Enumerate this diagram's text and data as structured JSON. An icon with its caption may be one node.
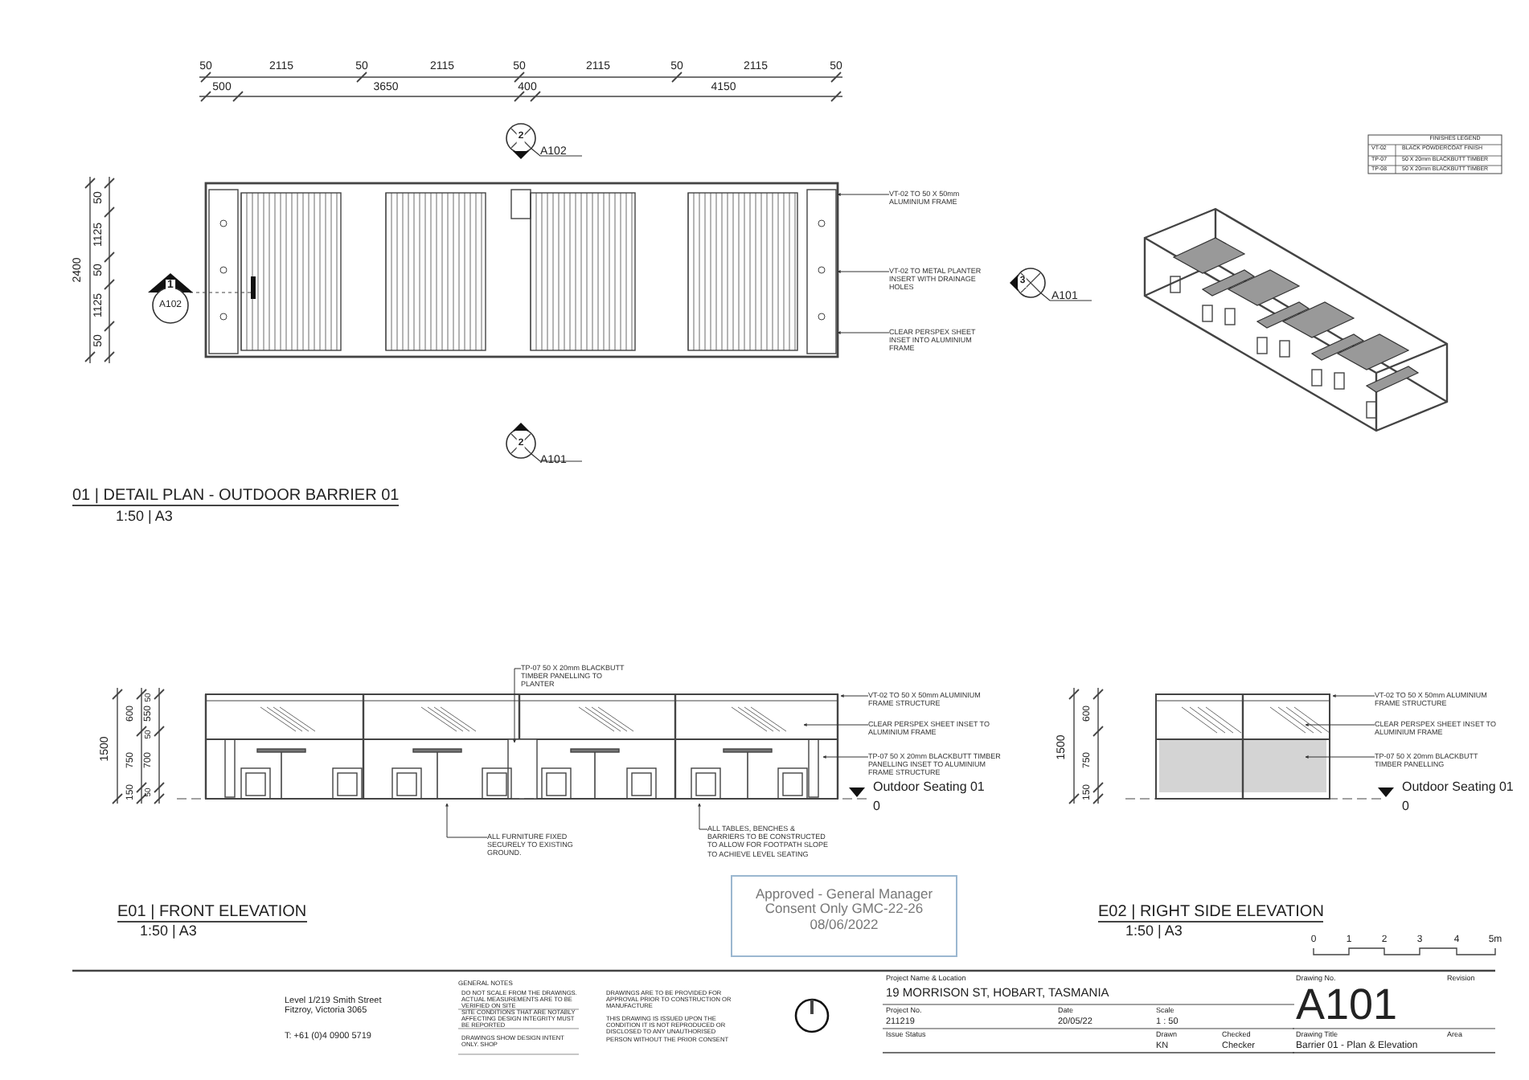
{
  "diagram": {
    "nodes": [
      {
        "text": [
          "VT-02 TO 50 X 50mm ALUMINIUM FRAME"
        ]
      },
      {
        "text": [
          "VT-02 TO METAL PLANTER INSERT WITH DRAINAGE HOLES"
        ]
      },
      {
        "text": [
          "CLEAR PERSPEX SHEET INSET INTO ALUMINIUM FRAME"
        ]
      },
      {
        "text": [
          "TP-07 50 X 20mm BLACKBUTT TIMBER PANELLING TO PLANTER"
        ]
      },
      {
        "text": [
          "VT-02 TO 50 X 50mm ALUMINIUM FRAME STRUCTURE"
        ]
      },
      {
        "text": [
          "CLEAR PERSPEX SHEET INSET TO ALUMINIUM FRAME"
        ]
      },
      {
        "text": [
          "TP-07 50 X 20mm BLACKBUTT TIMBER PANELLING INSET TO ALUMINIUM FRAME STRUCTURE"
        ]
      },
      {
        "text": [
          "ALL FURNITURE FIXED SECURELY TO EXISTING GROUND."
        ]
      },
      {
        "text": [
          "ALL TABLES, BENCHES & BARRIERS TO BE CONSTRUCTED TO ALLOW FOR FOOTPATH SLOPE TO ACHIEVE LEVEL SEATING"
        ]
      },
      {
        "text": [
          "VT-02 TO 50 X 50mm ALUMINIUM FRAME STRUCTURE"
        ]
      },
      {
        "text": [
          "CLEAR PERSPEX SHEET INSET TO ALUMINIUM FRAME"
        ]
      },
      {
        "text": [
          "TP-07 50 X 20mm BLACKBUTT TIMBER PANELLING"
        ]
      },
      {
        "text": [],
        "shape": "picture"
      },
      {
        "text": [],
        "shape": "picture"
      },
      {
        "text": [],
        "shape": "picture"
      }
    ],
    "edges": [
      {
        "from": 0,
        "to": 12,
        "arrow": "to"
      },
      {
        "from": 1,
        "to": 12,
        "arrow": "to"
      },
      {
        "from": 2,
        "to": 12,
        "arrow": "to"
      },
      {
        "from": 3,
        "to": 13,
        "arrow": "to"
      },
      {
        "from": 4,
        "to": 13,
        "arrow": "to"
      },
      {
        "from": 5,
        "to": 13,
        "arrow": "to"
      },
      {
        "from": 6,
        "to": 13,
        "arrow": "to"
      },
      {
        "from": 7,
        "to": 13,
        "arrow": "to"
      },
      {
        "from": 8,
        "to": 13,
        "arrow": "to"
      },
      {
        "from": 9,
        "to": 14,
        "arrow": "to"
      },
      {
        "from": 10,
        "to": 14,
        "arrow": "to"
      },
      {
        "from": 11,
        "to": 14,
        "arrow": "to"
      }
    ],
    "labels": [
      "FINISHES LEGEND",
      "VT-02",
      "BLACK POWDERCOAT FINISH",
      "TP-07",
      "50 X 20mm BLACKBUTT TIMBER",
      "TP-08",
      "50 X 20mm BLACKBUTT TIMBER",
      "50",
      "2115",
      "50",
      "2115",
      "50",
      "2115",
      "50",
      "2115",
      "50",
      "500",
      "3650",
      "400",
      "4150",
      "2",
      "A102",
      "2400",
      "50",
      "1125",
      "50",
      "1125",
      "50",
      "1",
      "A102",
      "3",
      "A101",
      "2",
      "A101",
      "01 | DETAIL PLAN - OUTDOOR BARRIER 01",
      "1:50 | A3",
      "1500",
      "600",
      "750",
      "150",
      "50",
      "550",
      "50",
      "700",
      "50",
      "Outdoor Seating 01",
      "0",
      "1500",
      "600",
      "750",
      "150",
      "Outdoor Seating 01",
      "0",
      "E01 | FRONT ELEVATION",
      "1:50 | A3",
      "Approved - General Manager Consent Only GMC-22-26 08/06/2022",
      "E02 | RIGHT SIDE ELEVATION",
      "1:50 | A3",
      "0",
      "1",
      "2",
      "3",
      "4",
      "5m",
      "Level 1/219 Smith Street Fitzroy, Victoria 3065",
      "T: +61 (0)4 0900 5719",
      "GENERAL NOTES",
      "DO NOT SCALE FROM THE DRAWINGS. ACTUAL MEASUREMENTS ARE TO BE VERIFIED ON SITE",
      "SITE CONDITIONS THAT ARE NOTABLY AFFECTING DESIGN INTEGRITY MUST BE REPORTED",
      "DRAWINGS SHOW DESIGN INTENT ONLY. SHOP",
      "DRAWINGS ARE TO BE PROVIDED FOR APPROVAL PRIOR TO CONSTRUCTION OR MANUFACTURE",
      "THIS DRAWING IS ISSUED UPON THE CONDITION IT IS NOT REPRODUCED OR DISCLOSED TO ANY UNAUTHORISED PERSON WITHOUT THE PRIOR CONSENT",
      "Project Name & Location",
      "19 MORRISON ST, HOBART, TASMANIA",
      "Project No.",
      "211219",
      "Date",
      "20/05/22",
      "Scale",
      "1 : 50",
      "Issue Status",
      "Drawn",
      "KN",
      "Checked",
      "Checker",
      "Drawing No.",
      "Revision",
      "A101",
      "Drawing Title",
      "Area",
      "Barrier 01 - Plan & Elevation"
    ]
  }
}
